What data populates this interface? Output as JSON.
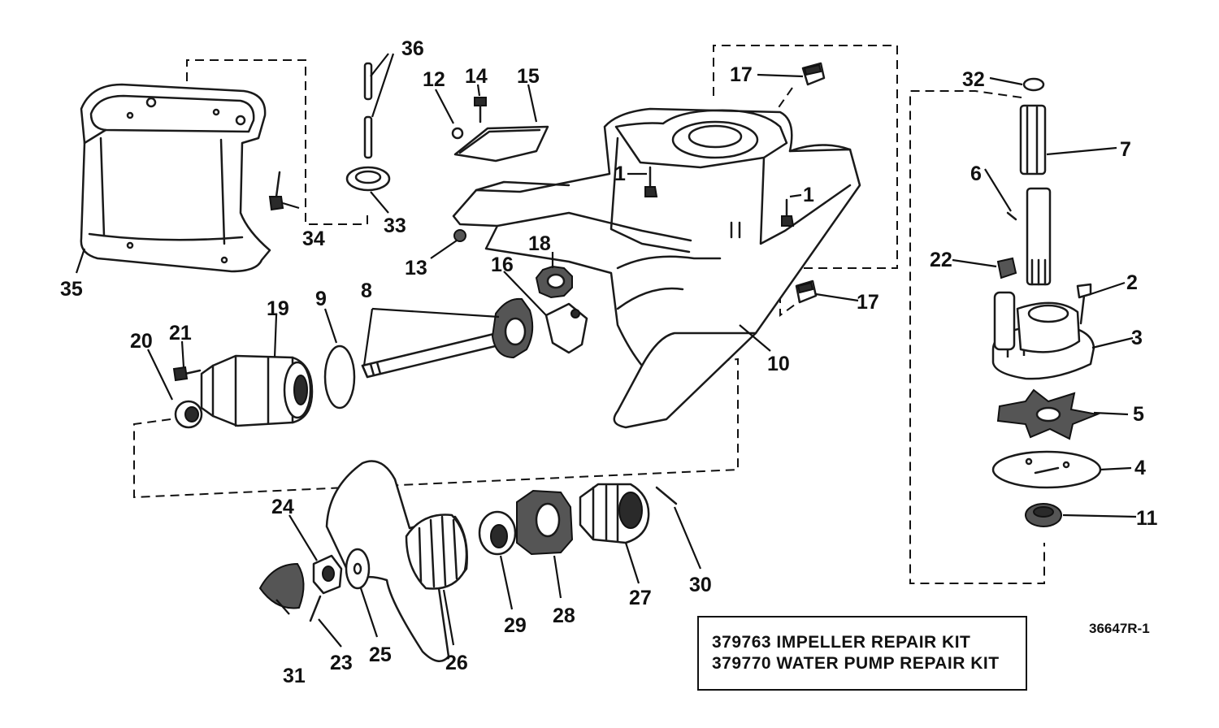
{
  "labels": {
    "l1a": "1",
    "l1b": "1",
    "l2": "2",
    "l3": "3",
    "l4": "4",
    "l5": "5",
    "l6": "6",
    "l7": "7",
    "l8": "8",
    "l9": "9",
    "l10": "10",
    "l11": "11",
    "l12": "12",
    "l13": "13",
    "l14": "14",
    "l15": "15",
    "l16": "16",
    "l17a": "17",
    "l17b": "17",
    "l18": "18",
    "l19": "19",
    "l20": "20",
    "l21": "21",
    "l22": "22",
    "l23": "23",
    "l24": "24",
    "l25": "25",
    "l26": "26",
    "l27": "27",
    "l28": "28",
    "l29": "29",
    "l30": "30",
    "l31": "31",
    "l32": "32",
    "l33": "33",
    "l34": "34",
    "l35": "35",
    "l36": "36"
  },
  "kits": [
    "379763 IMPELLER REPAIR KIT",
    "379770 WATER PUMP REPAIR KIT"
  ],
  "figure_number": "36647R-1"
}
